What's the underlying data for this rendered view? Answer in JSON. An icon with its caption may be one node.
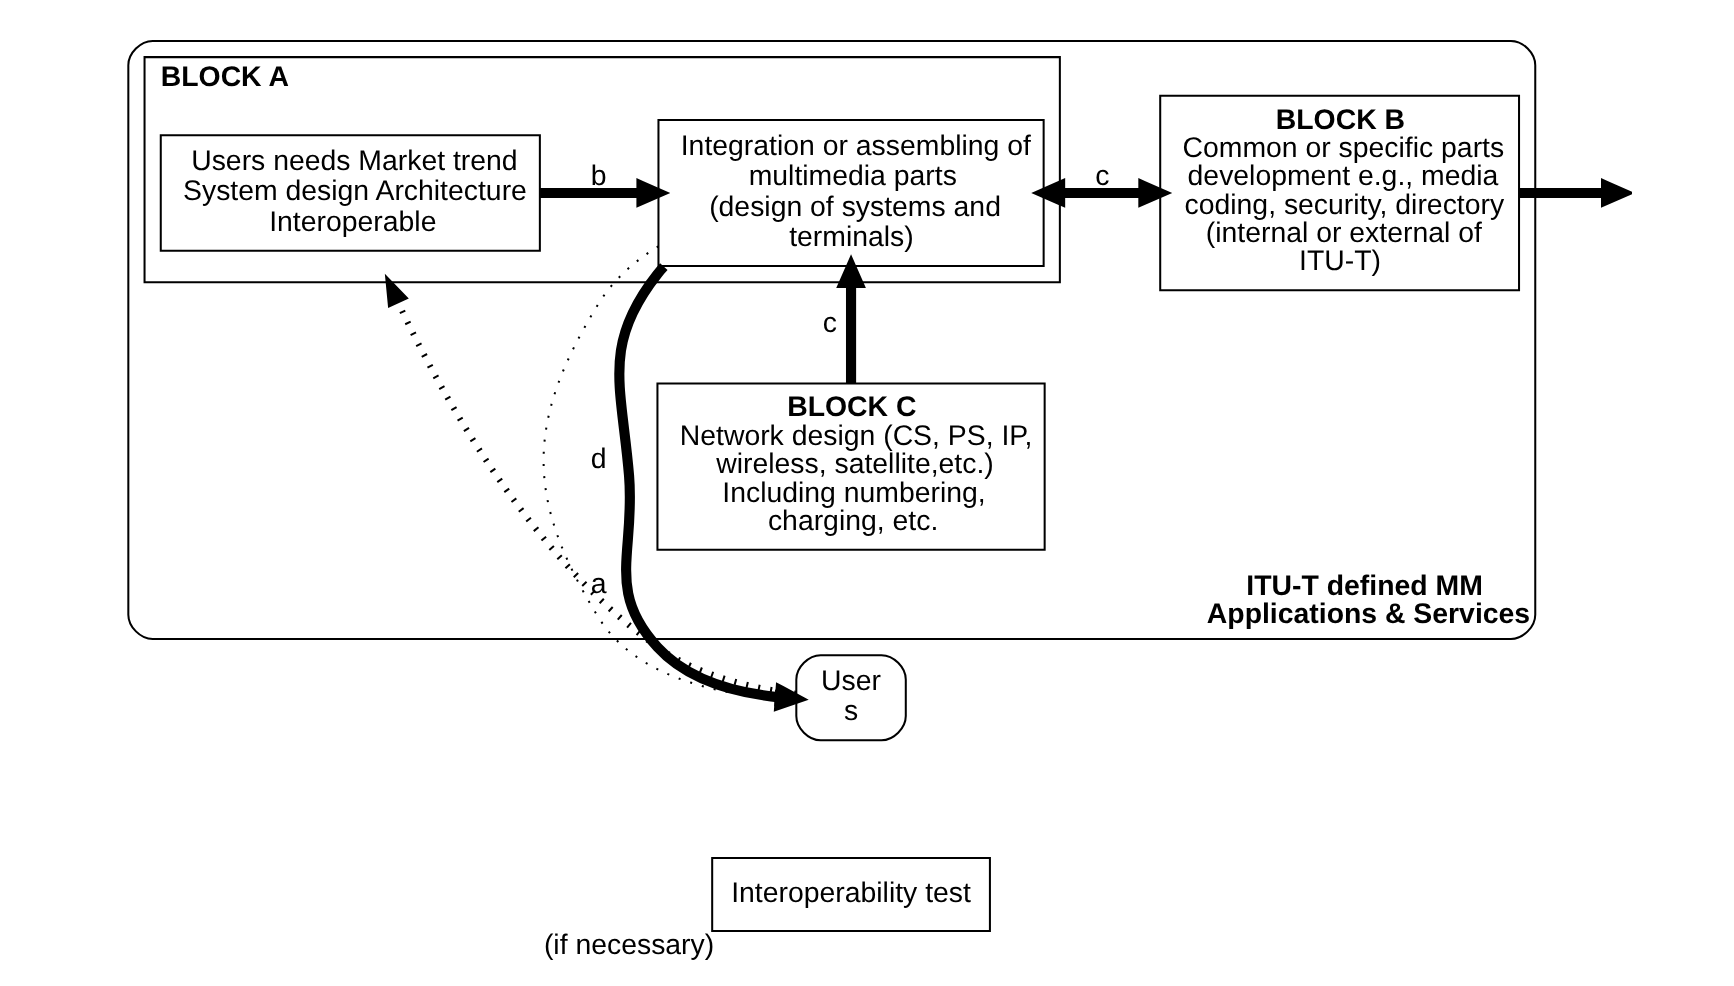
{
  "diagram": {
    "nodes": [
      {
        "text": [
          "User",
          "s"
        ]
      },
      {
        "text": [
          "ITU-T defined MM Applications & Services"
        ]
      },
      {
        "text": [
          "BLOCK A"
        ],
        "in": 1
      },
      {
        "text": [
          "Users needs Market trend System design Architecture Interoperable"
        ],
        "in": 2
      },
      {
        "text": [
          "Integration or assembling of multimedia parts",
          "(design of systems and terminals)"
        ],
        "in": 2
      },
      {
        "text": [
          "BLOCK B",
          "Common or specific parts development e.g., media coding, security, directory (internal or external of ITU-T)"
        ],
        "in": 1
      },
      {
        "text": [
          "BLOCK C",
          "Network design (CS, PS, IP, wireless, satellite,etc.)",
          "Including numbering, charging, etc."
        ],
        "in": 1
      },
      {
        "text": [
          "Interoperability test"
        ],
        "beside": [
          "(if necessary)"
        ]
      }
    ],
    "edges": [
      {
        "from": 0,
        "to": 2,
        "arrow": "to",
        "label": "a",
        "style": "dashed"
      },
      {
        "from": 3,
        "to": 4,
        "arrow": "to",
        "label": "b"
      },
      {
        "from": 4,
        "to": 5,
        "arrow": "both",
        "label": "c"
      },
      {
        "from": 6,
        "to": 4,
        "arrow": "to",
        "label": "c"
      },
      {
        "from": 4,
        "to": 0,
        "arrow": "to",
        "label": "d"
      },
      {
        "from": 4,
        "to": 0,
        "arrow": "to",
        "style": "dashed"
      },
      {
        "from": 5,
        "to": null,
        "arrow": "to"
      }
    ]
  }
}
